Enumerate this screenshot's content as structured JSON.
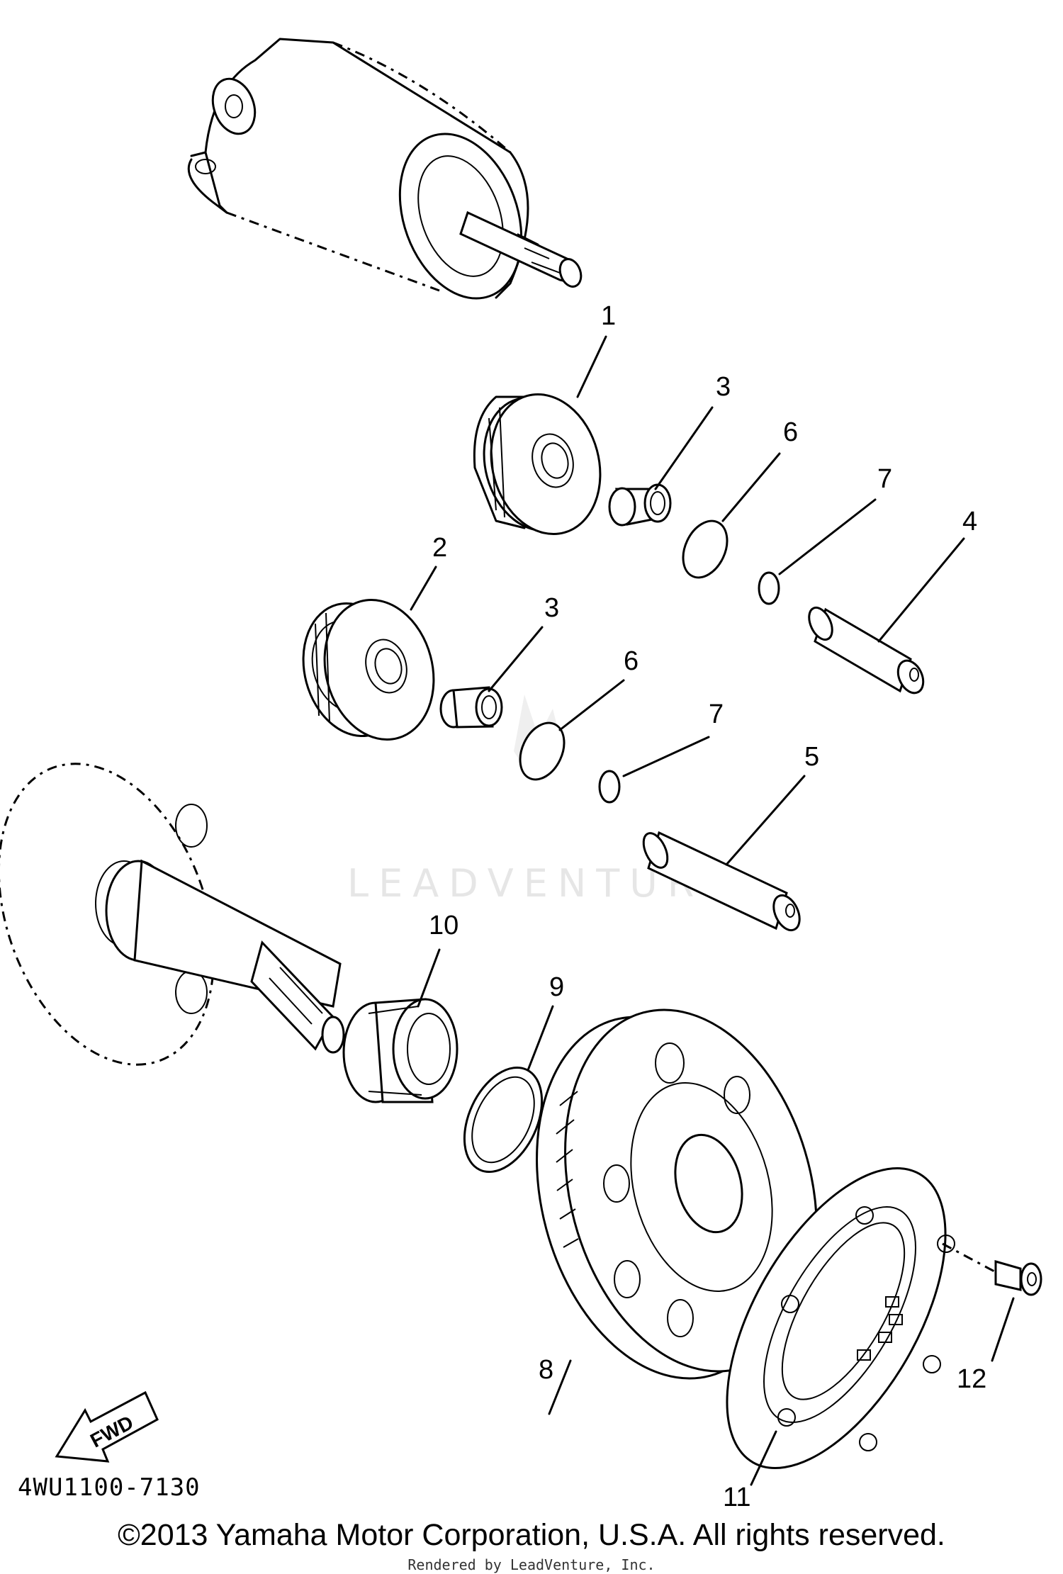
{
  "diagram": {
    "callouts": [
      "1",
      "2",
      "3",
      "3",
      "4",
      "5",
      "6",
      "6",
      "7",
      "7",
      "8",
      "9",
      "10",
      "11",
      "12"
    ],
    "diagram_code": "4WU1100-7130",
    "fwd_label": "FWD"
  },
  "watermark": {
    "text": "LEADVENTURE"
  },
  "footer": {
    "copyright": "©2013 Yamaha Motor Corporation, U.S.A. All rights reserved.",
    "rendered_by": "Rendered by LeadVenture, Inc."
  }
}
